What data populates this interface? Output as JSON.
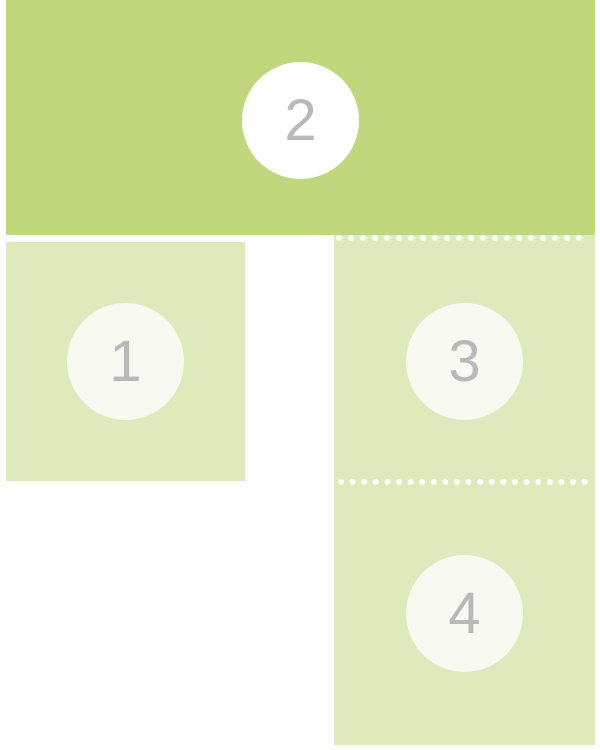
{
  "colors": {
    "background": "#ffffff",
    "primary_panel": "#c0d77e",
    "secondary_panel": "#deeabc",
    "circle_primary": "#ffffff",
    "circle_secondary": "#f8f9f1",
    "number_text": "#b9b9b9",
    "divider_dots": "#ffffff"
  },
  "panels": [
    {
      "id": "panel-2",
      "label": "2"
    },
    {
      "id": "panel-1",
      "label": "1"
    },
    {
      "id": "panel-3",
      "label": "3"
    },
    {
      "id": "panel-4",
      "label": "4"
    }
  ]
}
